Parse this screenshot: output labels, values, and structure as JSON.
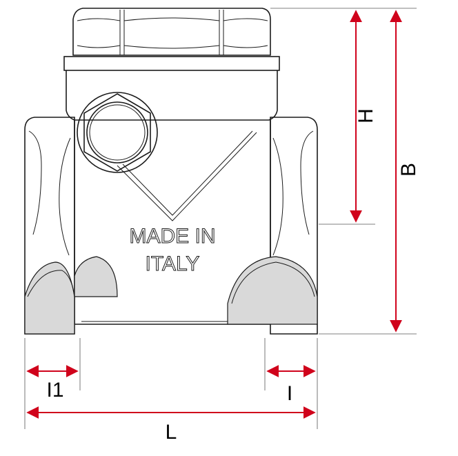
{
  "drawing": {
    "embossed_text": {
      "line1": "MADE IN",
      "line2": "ITALY"
    },
    "dimensions": {
      "height_top": "H",
      "overall_height": "B",
      "length": "L",
      "thread_right": "I",
      "thread_left": "I1"
    },
    "colors": {
      "dimension_lines": "#d0021b",
      "outline": "#1a1a1a",
      "shade": "#d9d9d9"
    }
  }
}
